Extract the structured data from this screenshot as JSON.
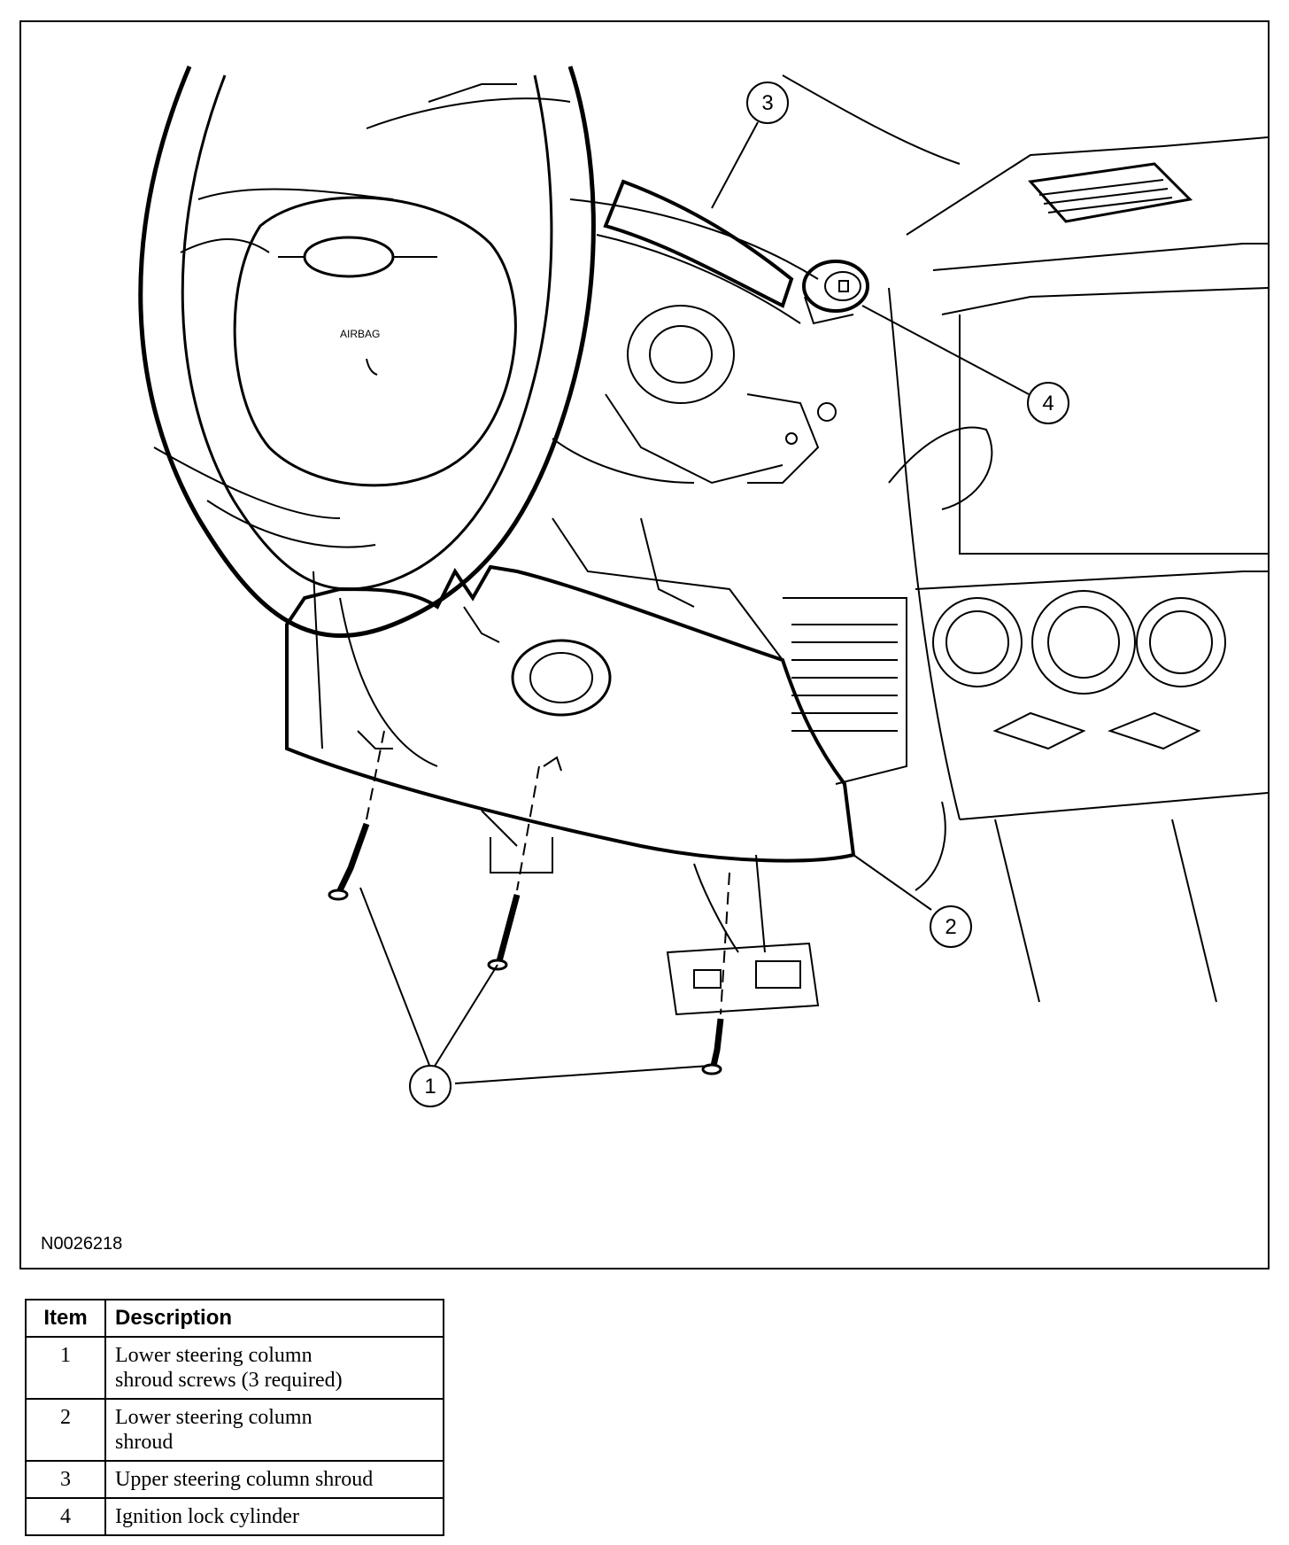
{
  "figure": {
    "id_label": "N0026218",
    "callouts": [
      {
        "number": "1",
        "target": "Lower steering column shroud screws"
      },
      {
        "number": "2",
        "target": "Lower steering column shroud"
      },
      {
        "number": "3",
        "target": "Upper steering column shroud"
      },
      {
        "number": "4",
        "target": "Ignition lock cylinder"
      }
    ],
    "airbag_text": "AIRBAG"
  },
  "legend": {
    "headers": {
      "item": "Item",
      "description": "Description"
    },
    "rows": [
      {
        "item": "1",
        "description": [
          "Lower steering column",
          "shroud screws (3 required)"
        ]
      },
      {
        "item": "2",
        "description": [
          "Lower steering column",
          "shroud"
        ]
      },
      {
        "item": "3",
        "description": [
          "Upper steering column shroud"
        ]
      },
      {
        "item": "4",
        "description": [
          "Ignition lock cylinder"
        ]
      }
    ]
  }
}
